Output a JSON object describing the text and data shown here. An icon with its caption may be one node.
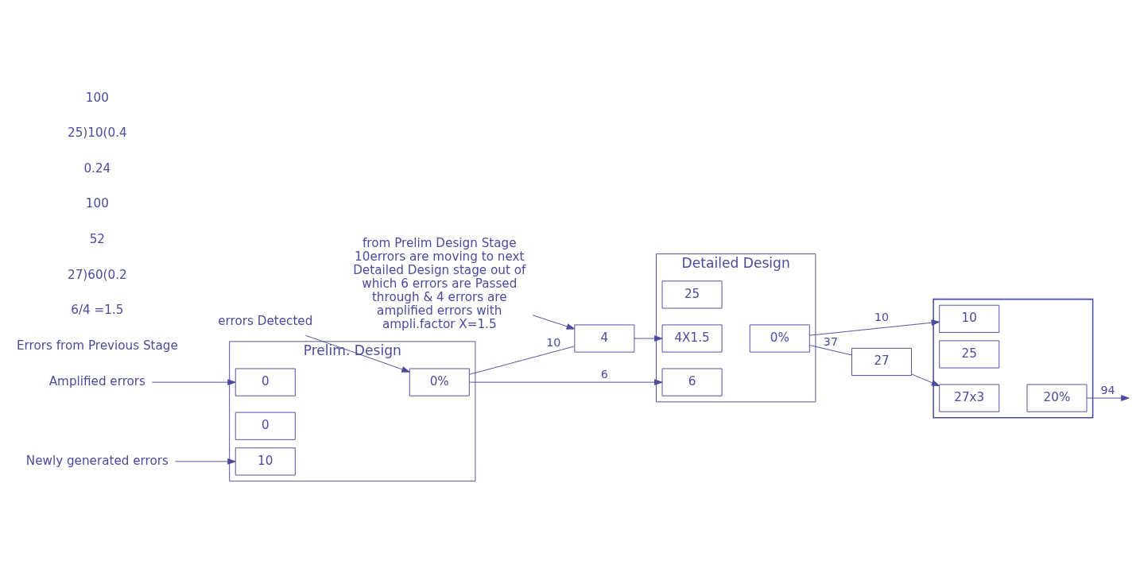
{
  "diagram": {
    "nodes": [
      {
        "text": [
          "Prelim. Design"
        ]
      },
      {
        "text": [
          "0"
        ],
        "in": 0
      },
      {
        "text": [
          "0"
        ],
        "in": 0
      },
      {
        "text": [
          "10"
        ],
        "in": 0
      },
      {
        "text": [
          "0%"
        ],
        "in": 0
      },
      {
        "text": [
          "Detailed Design"
        ]
      },
      {
        "text": [
          "6"
        ],
        "in": 5
      },
      {
        "text": [
          "4X1.5"
        ],
        "in": 5
      },
      {
        "text": [
          "25"
        ],
        "in": 5
      },
      {
        "text": [
          "0%"
        ],
        "in": 5
      },
      {
        "text": [],
        "shape": "box"
      },
      {
        "text": [
          "10"
        ],
        "in": 10
      },
      {
        "text": [
          "27x3"
        ],
        "in": 10
      },
      {
        "text": [
          "25"
        ],
        "in": 10
      },
      {
        "text": [
          "20%"
        ],
        "in": 10
      },
      {
        "text": [
          "4"
        ]
      },
      {
        "text": [
          "27"
        ]
      },
      {
        "text": [
          "Amplified errors"
        ]
      },
      {
        "text": [
          "Newly generated errors"
        ]
      },
      {
        "text": [
          "errors Detected"
        ]
      },
      {
        "text": [
          "from Prelim Design Stage 10errors are moving to next Detailed Design stage out of which 6 errors are Passed through & 4 errors are amplified errors with ampli.factor X=1.5"
        ]
      }
    ],
    "edges": [
      {
        "from": 4,
        "to": 15,
        "label": "10",
        "arrow": "none"
      },
      {
        "from": 4,
        "to": 6,
        "label": "6",
        "arrow": "to"
      },
      {
        "from": 15,
        "to": 7,
        "arrow": "to"
      },
      {
        "from": 9,
        "to": 16,
        "label": "37",
        "arrow": "none"
      },
      {
        "from": 9,
        "to": 11,
        "label": "10",
        "arrow": "to"
      },
      {
        "from": 16,
        "to": 12,
        "arrow": "to"
      },
      {
        "from": 14,
        "to": null,
        "label": "94",
        "arrow": "to"
      },
      {
        "from": 17,
        "to": 2,
        "arrow": "to"
      },
      {
        "from": 18,
        "to": 3,
        "arrow": "to"
      },
      {
        "from": 19,
        "to": 4,
        "arrow": "to"
      },
      {
        "from": 20,
        "to": 15,
        "arrow": "to"
      }
    ],
    "labels": [
      "Errors from Previous Stage",
      "6/4 =1.5",
      "27)60(0.2",
      "52",
      "100",
      "0.24",
      "25)10(0.4",
      "100"
    ]
  }
}
